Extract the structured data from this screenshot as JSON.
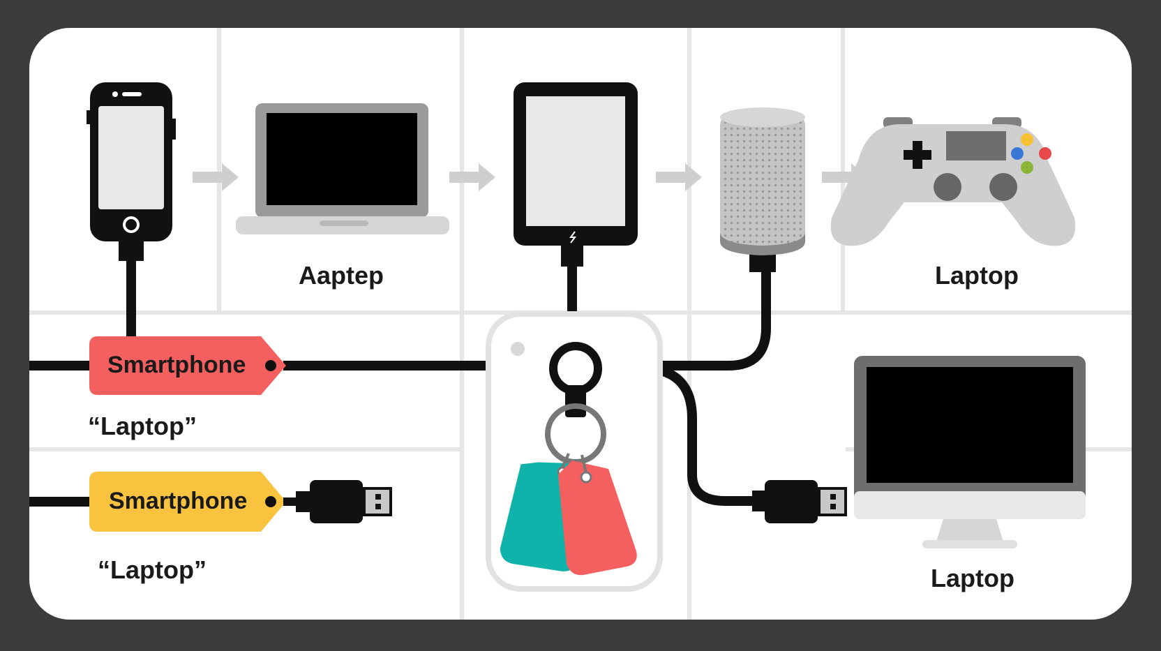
{
  "labels": {
    "laptop_top": "Aaptep",
    "controller": "Laptop",
    "monitor": "Laptop",
    "quote_red": "“Laptop”",
    "quote_yellow": "“Laptop”"
  },
  "tags": {
    "red_text": "Smartphone",
    "yellow_text": "Smartphone"
  },
  "colors": {
    "background": "#3c3c3c",
    "panel": "#ffffff",
    "cable": "#111111",
    "tag_red": "#f4605f",
    "tag_yellow": "#f9c33f",
    "key_tag_teal": "#0fb3aa",
    "key_tag_red": "#f4605f",
    "arrow": "#cfcfcf"
  },
  "icons": [
    "smartphone-icon",
    "laptop-icon",
    "tablet-icon",
    "smart-speaker-icon",
    "game-controller-icon",
    "keychain-hub-icon",
    "monitor-icon",
    "usb-plug-icon",
    "arrow-right-icon"
  ]
}
